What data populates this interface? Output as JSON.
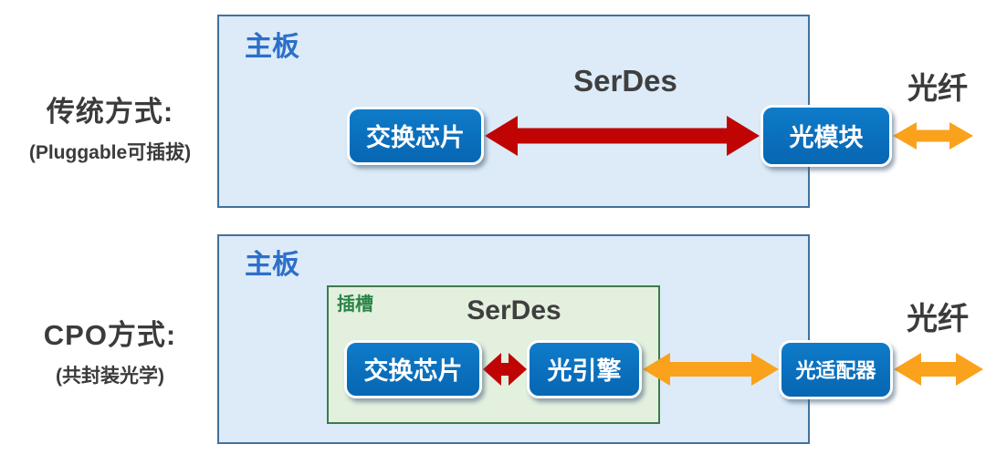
{
  "colors": {
    "panel_fill": "#dcebf7",
    "panel_border": "#41719c",
    "slot_fill": "#e3f0de",
    "slot_border": "#3d7b49",
    "slot_label": "#2b8447",
    "board_label": "#2d6fc9",
    "serdes_label": "#3f3f3f",
    "side_label": "#3b3b3b",
    "red_arrow": "#c00404",
    "orange_arrow": "#faa21b"
  },
  "traditional": {
    "title": "传统方式:",
    "subtitle": "(Pluggable可插拔)",
    "board_label": "主板",
    "serdes_label": "SerDes",
    "chip_label": "交换芯片",
    "module_label": "光模块",
    "fiber_label": "光纤"
  },
  "cpo": {
    "title": "CPO方式:",
    "subtitle": "(共封装光学)",
    "board_label": "主板",
    "slot_label": "插槽",
    "serdes_label": "SerDes",
    "chip_label": "交换芯片",
    "engine_label": "光引擎",
    "adapter_label": "光适配器",
    "fiber_label": "光纤"
  }
}
